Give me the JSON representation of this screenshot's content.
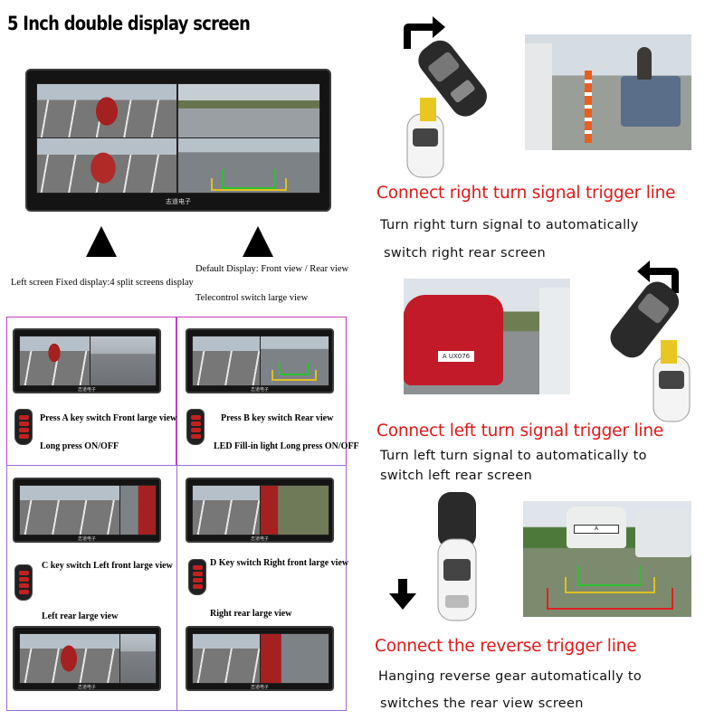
{
  "title": "5 Inch double display screen",
  "device": {
    "brand": "志道电子"
  },
  "main_captions": {
    "left": "Left screen Fixed display:4 split screens display",
    "right_line1": "Default Display: Front view / Rear view",
    "right_line2": "Telecontrol switch large view"
  },
  "panels": {
    "a": {
      "line1": "Press A key switch Front large view",
      "line2": "Long press ON/OFF"
    },
    "b": {
      "line1": "Press B key switch Rear view",
      "line2": "LED Fill-in light Long  press ON/OFF"
    },
    "c": {
      "line1": "C key switch Left front large view",
      "line2": "Left rear large view"
    },
    "d": {
      "line1": "D Key switch Right front large view",
      "line2": "Right rear large view"
    }
  },
  "plate": "A UX076",
  "plate2": "A",
  "right_turn": {
    "heading": "Connect right turn signal trigger line",
    "desc1": "Turn right turn signal to automatically",
    "desc2": "switch right rear screen"
  },
  "left_turn": {
    "heading": "Connect left turn signal trigger line",
    "desc1": "Turn left turn signal to automatically to",
    "desc2": "switch left rear screen"
  },
  "reverse": {
    "heading": "Connect the reverse trigger line",
    "desc1": "Hanging reverse gear automatically to",
    "desc2": "switches the rear view screen"
  },
  "colors": {
    "accent_red": "#e01818",
    "frame_magenta": "#c040c0",
    "frame_blue": "#6060d0"
  }
}
